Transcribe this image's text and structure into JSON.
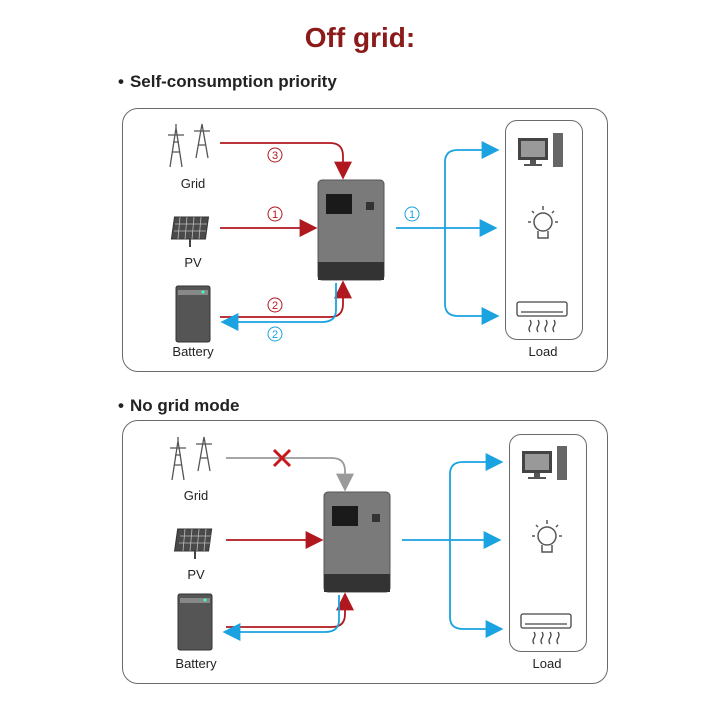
{
  "title": "Off grid:",
  "sections": [
    {
      "heading": "Self-consumption priority",
      "labels": {
        "grid": "Grid",
        "pv": "PV",
        "battery": "Battery",
        "load": "Load"
      },
      "steps": {
        "grid_to_inverter": "3",
        "pv_to_inverter": "1",
        "inverter_to_load": "1",
        "battery_to_inverter": "2",
        "inverter_to_battery": "2"
      }
    },
    {
      "heading": "No grid mode",
      "labels": {
        "grid": "Grid",
        "pv": "PV",
        "battery": "Battery",
        "load": "Load"
      }
    }
  ],
  "colors": {
    "title": "#8b1a1a",
    "supply_flow": "#b0171f",
    "output_flow": "#1aa3e0",
    "disabled_flow": "#9a9a9a",
    "blocked_mark": "#c8181e"
  },
  "icons": [
    "transmission-tower-icon",
    "solar-panel-icon",
    "battery-icon",
    "inverter-icon",
    "computer-icon",
    "light-bulb-icon",
    "air-conditioner-icon",
    "blocked-x-icon"
  ]
}
